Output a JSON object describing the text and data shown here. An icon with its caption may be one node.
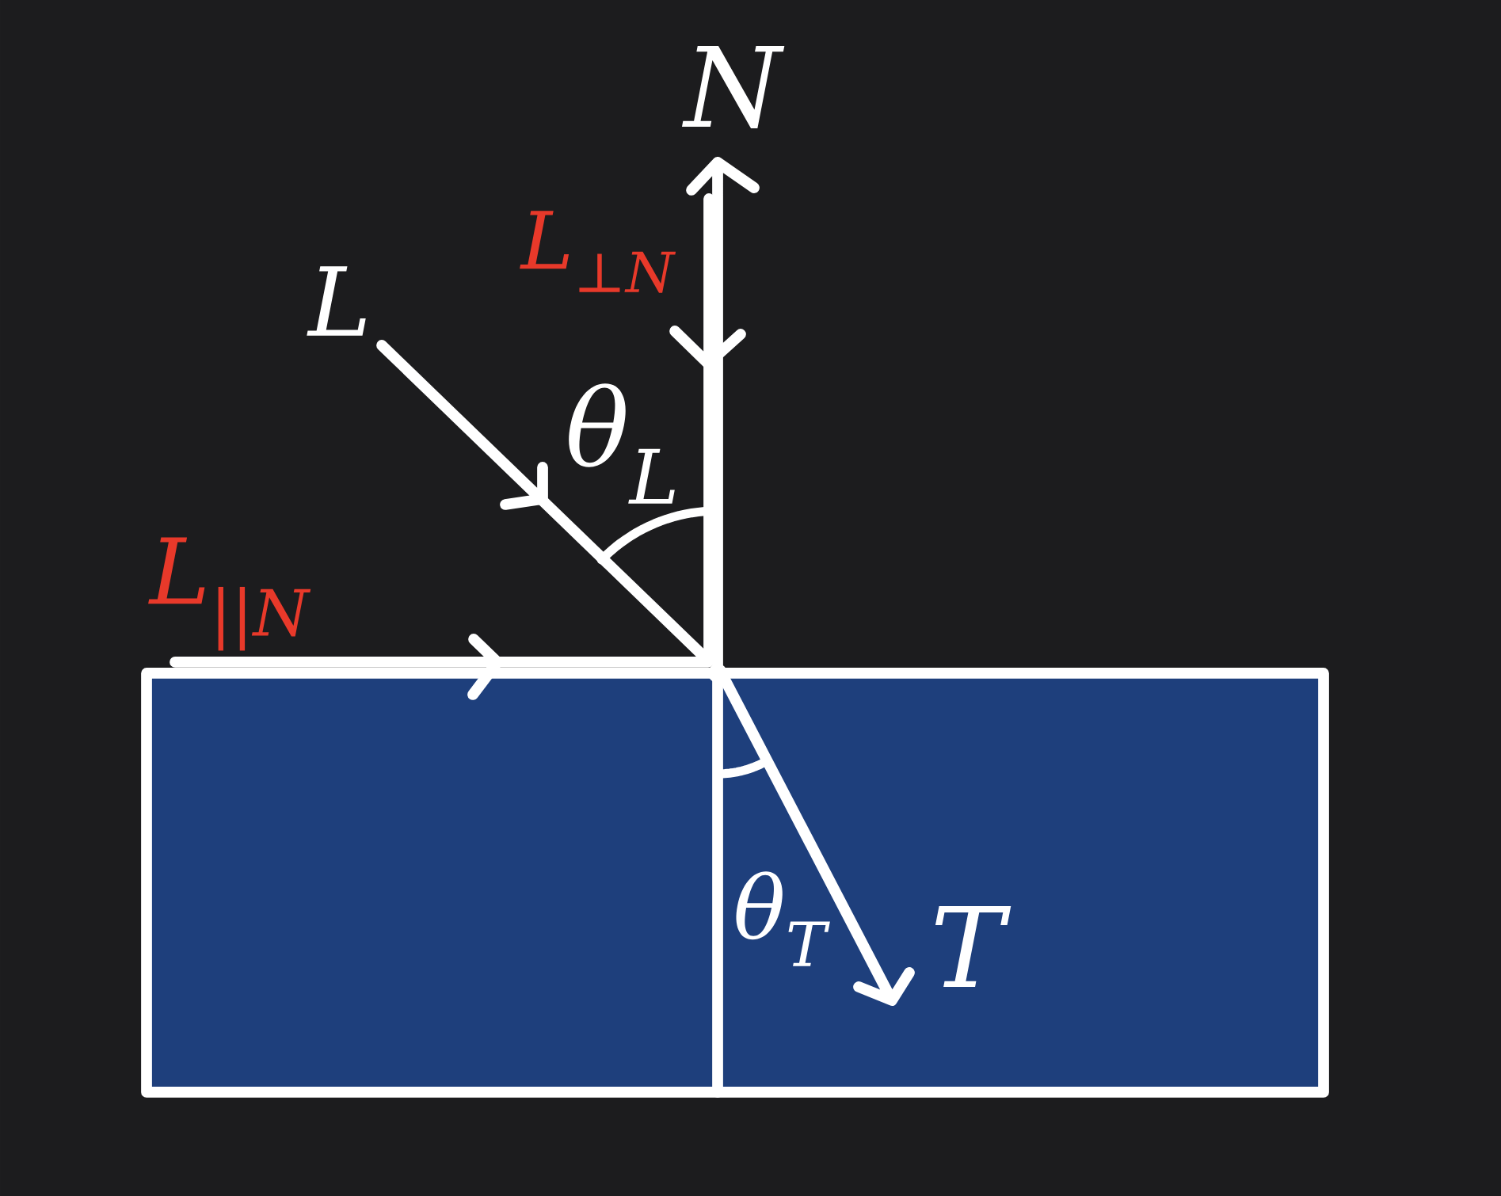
{
  "diagram": {
    "labels": [
      "N",
      "L$_{⊥N}$",
      "L",
      "θ$_{L}$",
      "L$_{||N}$",
      "θ$_{T}$",
      "T"
    ]
  }
}
